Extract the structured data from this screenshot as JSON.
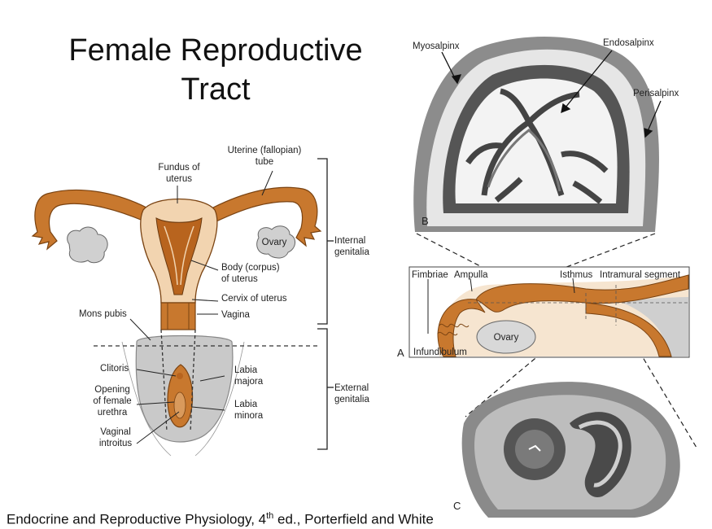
{
  "title": {
    "line1": "Female Reproductive",
    "line2": "Tract"
  },
  "caption": {
    "prefix": "Endocrine and Reproductive Physiology, 4",
    "sup": "th",
    "suffix": " ed., Porterfield and White"
  },
  "left_diagram": {
    "fundus": [
      "Fundus of",
      "uterus"
    ],
    "tube": [
      "Uterine (fallopian)",
      "tube"
    ],
    "ovary": "Ovary",
    "internal": [
      "Internal",
      "genitalia"
    ],
    "body": [
      "Body (corpus)",
      "of uterus"
    ],
    "cervix": "Cervix of uterus",
    "vagina": "Vagina",
    "mons": "Mons pubis",
    "clitoris": "Clitoris",
    "urethra": [
      "Opening",
      "of female",
      "urethra"
    ],
    "introitus": [
      "Vaginal",
      "introitus"
    ],
    "majora": [
      "Labia",
      "majora"
    ],
    "minora": [
      "Labia",
      "minora"
    ],
    "external": [
      "External",
      "genitalia"
    ]
  },
  "panel_b": {
    "letter": "B",
    "myosalpinx": "Myosalpinx",
    "endosalpinx": "Endosalpinx",
    "perisalpinx": "Perisalpinx"
  },
  "panel_a": {
    "letter": "A",
    "fimbriae": "Fimbriae",
    "ampulla": "Ampulla",
    "isthmus": "Isthmus",
    "intramural": "Intramural segment",
    "ovary": "Ovary",
    "infundibulum": "Infundibulum"
  },
  "panel_c": {
    "letter": "C"
  },
  "colors": {
    "tube": "#c8782e",
    "uterus_light": "#f2d4b0",
    "uterus_dark": "#b8641e",
    "ovary": "#d0d0d0",
    "vulva": "#c9c9c9"
  }
}
